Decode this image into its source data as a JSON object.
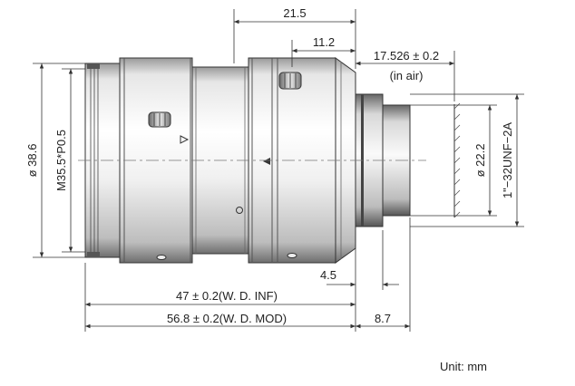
{
  "dimensions": {
    "length_overall_top": "21.5",
    "length_front": "11.2",
    "flange_back": "17.526 ± 0.2",
    "flange_back_note": "(in air)",
    "outer_diameter": "ø 38.6",
    "filter_thread": "M35.5*P0.5",
    "mount_diameter": "ø 22.2",
    "mount_thread": "1\"−32UNF−2A",
    "mount_step": "4.5",
    "length_inf": "47 ± 0.2(W. D.  INF)",
    "length_mod": "56.8 ± 0.2(W. D.  MOD)",
    "back_extension": "8.7"
  },
  "unit": "Unit: mm",
  "colors": {
    "line": "#333333",
    "body_light": "#f4f4f4",
    "body_mid": "#c8c8c8",
    "body_dark": "#555555",
    "center_line": "#777777"
  }
}
